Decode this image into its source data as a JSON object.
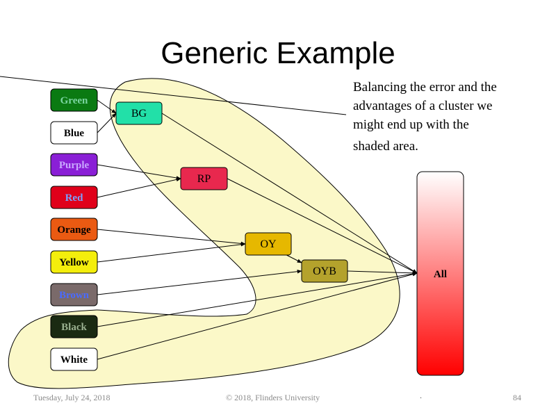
{
  "title": "Generic Example",
  "note": {
    "lines": [
      "Balancing the error and the",
      "advantages of a cluster we",
      "might end up with the",
      "shaded area."
    ]
  },
  "leaves": [
    {
      "id": "green",
      "label": "Green",
      "fill": "#0a7a12",
      "text": "#7ad4a0"
    },
    {
      "id": "blue",
      "label": "Blue",
      "fill": "#ffffff",
      "text": "#000000"
    },
    {
      "id": "purple",
      "label": "Purple",
      "fill": "#8a1fd6",
      "text": "#c9a8ff"
    },
    {
      "id": "red",
      "label": "Red",
      "fill": "#e0001a",
      "text": "#7aa0ff"
    },
    {
      "id": "orange",
      "label": "Orange",
      "fill": "#ea5a12",
      "text": "#000000"
    },
    {
      "id": "yellow",
      "label": "Yellow",
      "fill": "#f4ee0c",
      "text": "#000000"
    },
    {
      "id": "brown",
      "label": "Brown",
      "fill": "#7a6a6a",
      "text": "#4a6aff"
    },
    {
      "id": "black",
      "label": "Black",
      "fill": "#1a2a12",
      "text": "#9ab090"
    },
    {
      "id": "white",
      "label": "White",
      "fill": "#ffffff",
      "text": "#000000"
    }
  ],
  "clusters": [
    {
      "id": "bg",
      "label": "BG",
      "fill": "#22e0a8"
    },
    {
      "id": "rp",
      "label": "RP",
      "fill": "#e8284e"
    },
    {
      "id": "oy",
      "label": "OY",
      "fill": "#e6b800"
    },
    {
      "id": "oyb",
      "label": "OYB",
      "fill": "#b4a22c"
    }
  ],
  "root": {
    "label": "All",
    "gradient_top": "#ffffff",
    "gradient_bottom": "#ff0000"
  },
  "edges": [
    [
      "green",
      "bg"
    ],
    [
      "blue",
      "bg"
    ],
    [
      "purple",
      "rp"
    ],
    [
      "red",
      "rp"
    ],
    [
      "orange",
      "oy"
    ],
    [
      "yellow",
      "oy"
    ],
    [
      "oy",
      "oyb"
    ],
    [
      "brown",
      "oyb"
    ],
    [
      "bg",
      "all"
    ],
    [
      "rp",
      "all"
    ],
    [
      "oyb",
      "all"
    ],
    [
      "black",
      "all"
    ],
    [
      "white",
      "all"
    ]
  ],
  "colors": {
    "shaded_area": "#fbf8c8",
    "stroke": "#000000"
  },
  "footer": {
    "date": "Tuesday, July 24, 2018",
    "copyright": "© 2018, Flinders University",
    "dot": ".",
    "page": "84"
  }
}
